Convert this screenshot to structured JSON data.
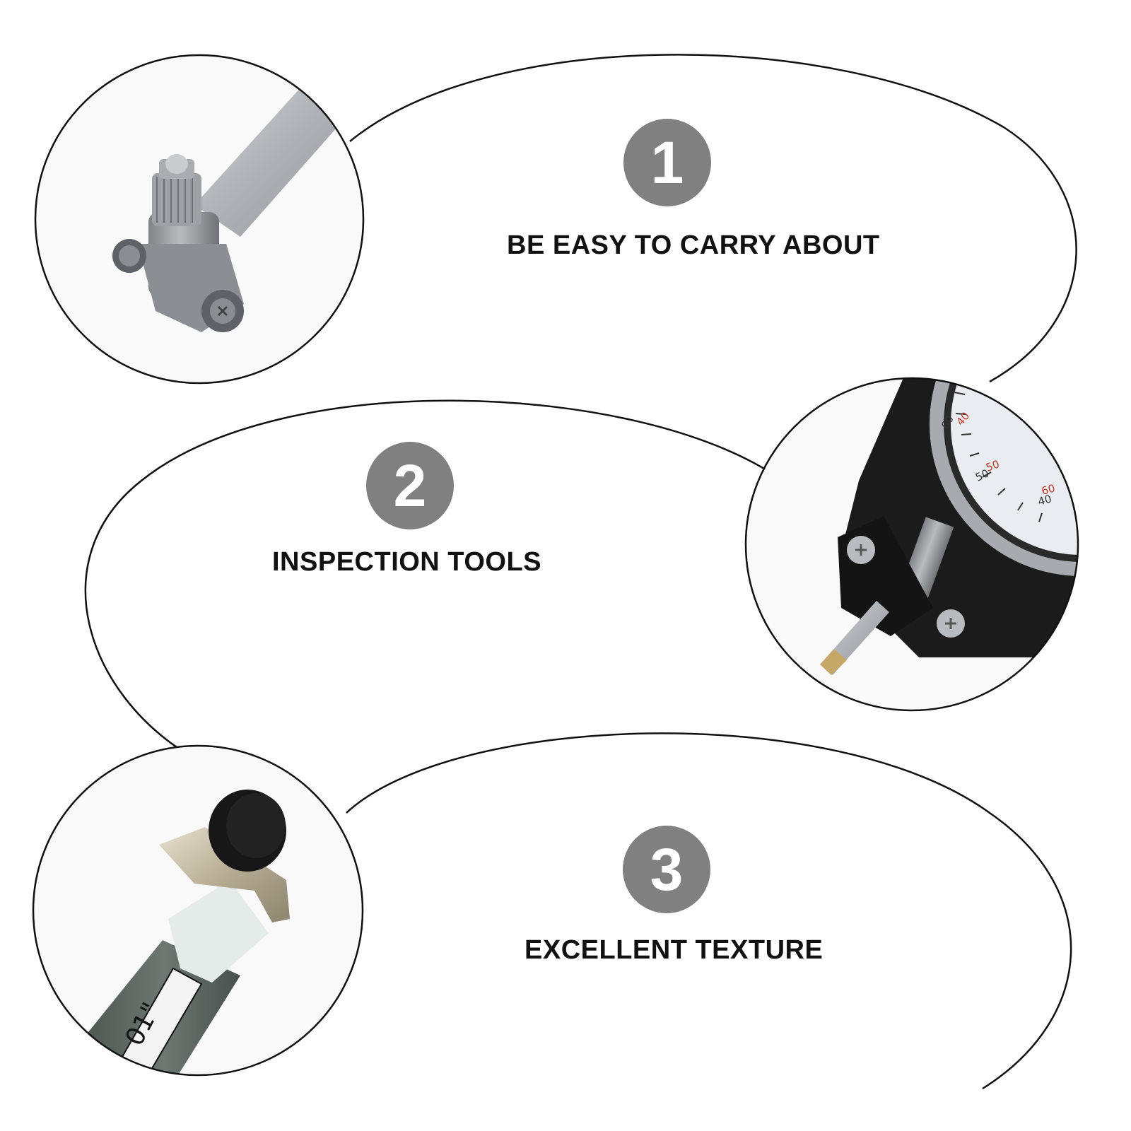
{
  "features": [
    {
      "number": "1",
      "title": "BE EASY TO CARRY ABOUT"
    },
    {
      "number": "2",
      "title": "INSPECTION TOOLS"
    },
    {
      "number": "3",
      "title": "EXCELLENT TEXTURE"
    }
  ],
  "dial": {
    "scale_labels": [
      "40",
      "60",
      "50",
      "50",
      "60",
      "40"
    ]
  },
  "handle": {
    "label_text": "01\""
  },
  "colors": {
    "badge": "#808080",
    "outline": "#111111",
    "text": "#111111",
    "dial_red": "#c0392b",
    "metal": "#9a9ea3",
    "handle_green": "#5f6b66"
  }
}
